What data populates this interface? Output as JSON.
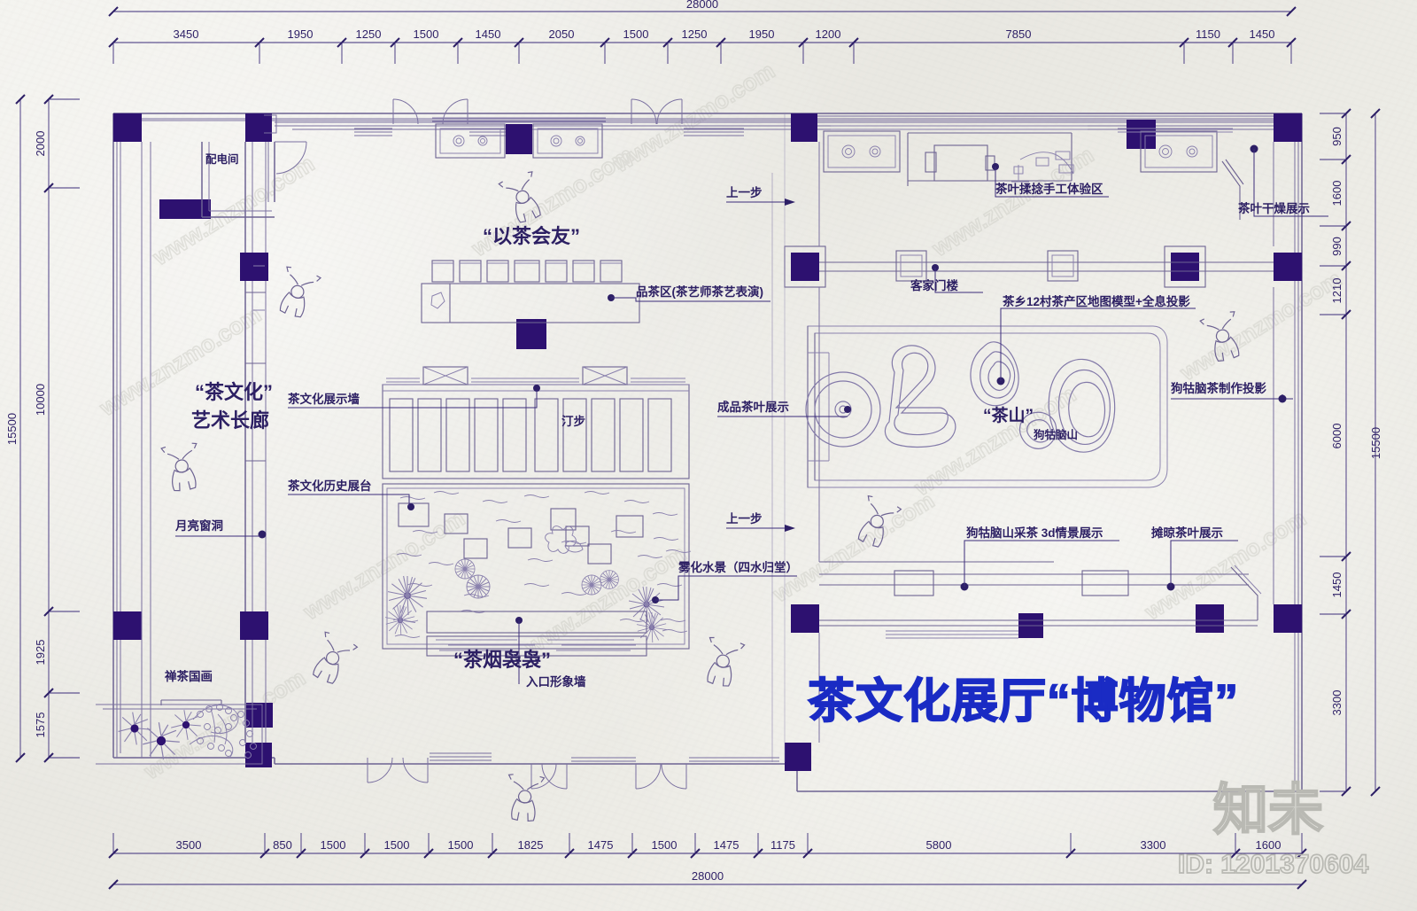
{
  "drawing": {
    "title": "茶文化展厅“博物馆”",
    "total_width_mm": "28000",
    "total_height_mm": "15500",
    "watermark_text": "知未",
    "watermark_id": "ID: 1201370604",
    "watermark_diagonal": "www.znzmo.com",
    "accent_color": "#1a2bc4",
    "line_color": "#2d1f66",
    "fill_color": "#2d1170",
    "paper_color": "#efefe9"
  },
  "dimensions": {
    "top_total": "28000",
    "top_chain": [
      "3450",
      "1950",
      "1250",
      "1500",
      "1450",
      "2050",
      "1500",
      "1250",
      "1950",
      "1200",
      "7850",
      "1150",
      "1450"
    ],
    "bottom_total": "28000",
    "bottom_chain": [
      "3500",
      "850",
      "1500",
      "1500",
      "1500",
      "1825",
      "1475",
      "1500",
      "1475",
      "1175",
      "5800",
      "3300",
      "1600"
    ],
    "left_total": "15500",
    "left_chain": [
      "2000",
      "10000",
      "1925",
      "1575"
    ],
    "right_total": "15500",
    "right_chain": [
      "950",
      "1600",
      "990",
      "1210",
      "6000",
      "1450",
      "3300"
    ]
  },
  "rooms": {
    "electrical": "配电间",
    "gallery_line1": "“茶文化”",
    "gallery_line2": "艺术长廊",
    "tea_friends": "“以茶会友”",
    "tea_smoke": "“茶烟袅袅”",
    "tea_mountain": "“茶山”"
  },
  "annotations": [
    {
      "id": "moon-window",
      "text": "月亮窗洞"
    },
    {
      "id": "zen-painting",
      "text": "禅茶国画"
    },
    {
      "id": "culture-wall",
      "text": "茶文化展示墙"
    },
    {
      "id": "history-platform",
      "text": "茶文化历史展台"
    },
    {
      "id": "tasting-area",
      "text": "品茶区(茶艺师茶艺表演)"
    },
    {
      "id": "stepping-stones",
      "text": "汀步"
    },
    {
      "id": "entry-image-wall",
      "text": "入口形象墙"
    },
    {
      "id": "mist-waterscape",
      "text": "雾化水景（四水归堂）"
    },
    {
      "id": "finished-tea",
      "text": "成品茶叶展示"
    },
    {
      "id": "step-up-upper",
      "text": "上一步"
    },
    {
      "id": "step-up-lower",
      "text": "上一步"
    },
    {
      "id": "rolling-experience",
      "text": "茶叶揉捻手工体验区"
    },
    {
      "id": "tea-drying",
      "text": "茶叶干燥展示"
    },
    {
      "id": "hakka-gate",
      "text": "客家门楼"
    },
    {
      "id": "village-map",
      "text": "茶乡12村茶产区地图模型+全息投影"
    },
    {
      "id": "gounaonao-projection",
      "text": "狗牯脑茶制作投影"
    },
    {
      "id": "gounaonao-hill",
      "text": "狗牯脑山"
    },
    {
      "id": "picking-3d",
      "text": "狗牯脑山采茶 3d情景展示"
    },
    {
      "id": "spreading-display",
      "text": "摊晾茶叶展示"
    }
  ]
}
